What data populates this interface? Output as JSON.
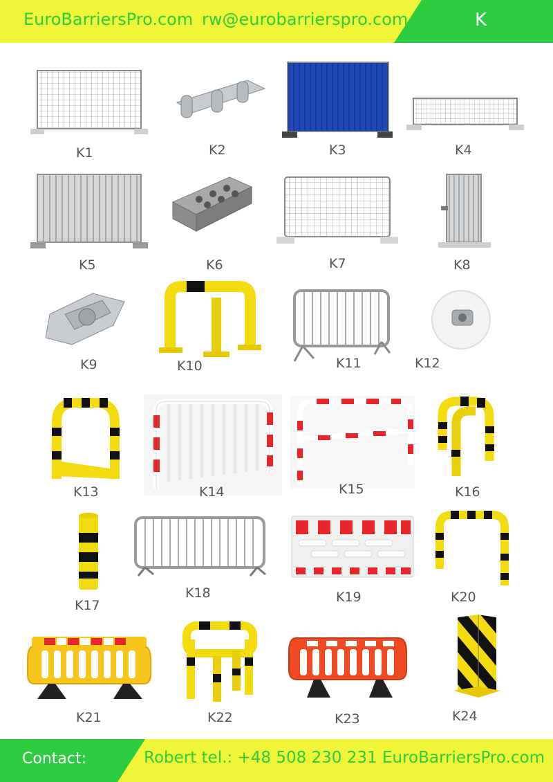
{
  "header": {
    "site": "EuroBarriersPro.com",
    "email": "rw@eurobarrierspro.com",
    "letter": "K"
  },
  "products": [
    {
      "code": "K1",
      "icon": "mesh-fence-panel-icon"
    },
    {
      "code": "K2",
      "icon": "fence-clamp-icon"
    },
    {
      "code": "K3",
      "icon": "blue-hoarding-panel-icon"
    },
    {
      "code": "K4",
      "icon": "low-mesh-fence-icon"
    },
    {
      "code": "K5",
      "icon": "steel-hoarding-panel-icon"
    },
    {
      "code": "K6",
      "icon": "concrete-block-icon"
    },
    {
      "code": "K7",
      "icon": "mesh-fence-panel-icon"
    },
    {
      "code": "K8",
      "icon": "narrow-steel-panel-icon"
    },
    {
      "code": "K9",
      "icon": "coupler-icon"
    },
    {
      "code": "K10",
      "icon": "yellow-corner-guard-icon"
    },
    {
      "code": "K11",
      "icon": "crowd-barrier-icon"
    },
    {
      "code": "K12",
      "icon": "round-base-icon"
    },
    {
      "code": "K13",
      "icon": "yellow-guard-hoop-icon"
    },
    {
      "code": "K14",
      "icon": "white-red-crowd-barrier-icon"
    },
    {
      "code": "K15",
      "icon": "red-white-barrier-icon"
    },
    {
      "code": "K16",
      "icon": "yellow-corner-hoop-icon"
    },
    {
      "code": "K17",
      "icon": "yellow-bollard-icon"
    },
    {
      "code": "K18",
      "icon": "crowd-barrier-icon"
    },
    {
      "code": "K19",
      "icon": "white-red-panel-barrier-icon"
    },
    {
      "code": "K20",
      "icon": "yellow-guard-hoop-icon"
    },
    {
      "code": "K21",
      "icon": "yellow-plastic-barrier-icon"
    },
    {
      "code": "K22",
      "icon": "yellow-square-guard-icon"
    },
    {
      "code": "K23",
      "icon": "red-plastic-barrier-icon"
    },
    {
      "code": "K24",
      "icon": "corner-protector-icon"
    }
  ],
  "colors": {
    "yellow": "#f0f53a",
    "green": "#2ecc40",
    "safety_yellow": "#f2dc0f",
    "safety_red": "#e5262b",
    "hoarding_blue": "#1f48b8"
  },
  "footer": {
    "contact": "Contact:",
    "info": "Robert tel.: +48 508 230 231  EuroBarriersPro.com"
  }
}
